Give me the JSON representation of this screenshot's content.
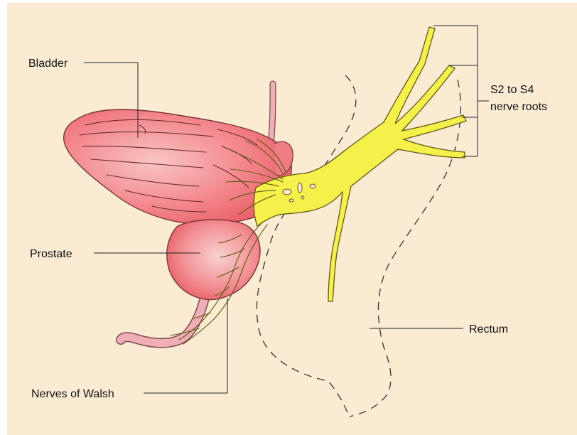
{
  "labels": {
    "bladder": "Bladder",
    "prostate": "Prostate",
    "nerves_of_walsh": "Nerves of Walsh",
    "nerve_roots_line1": "S2 to S4",
    "nerve_roots_line2": "nerve roots",
    "rectum": "Rectum"
  },
  "colors": {
    "background": "#fbebd3",
    "organ": "#f1838b",
    "urethra": "#f0aeb6",
    "nerve": "#f5f04a",
    "nerve_outline": "#5f5a12"
  }
}
